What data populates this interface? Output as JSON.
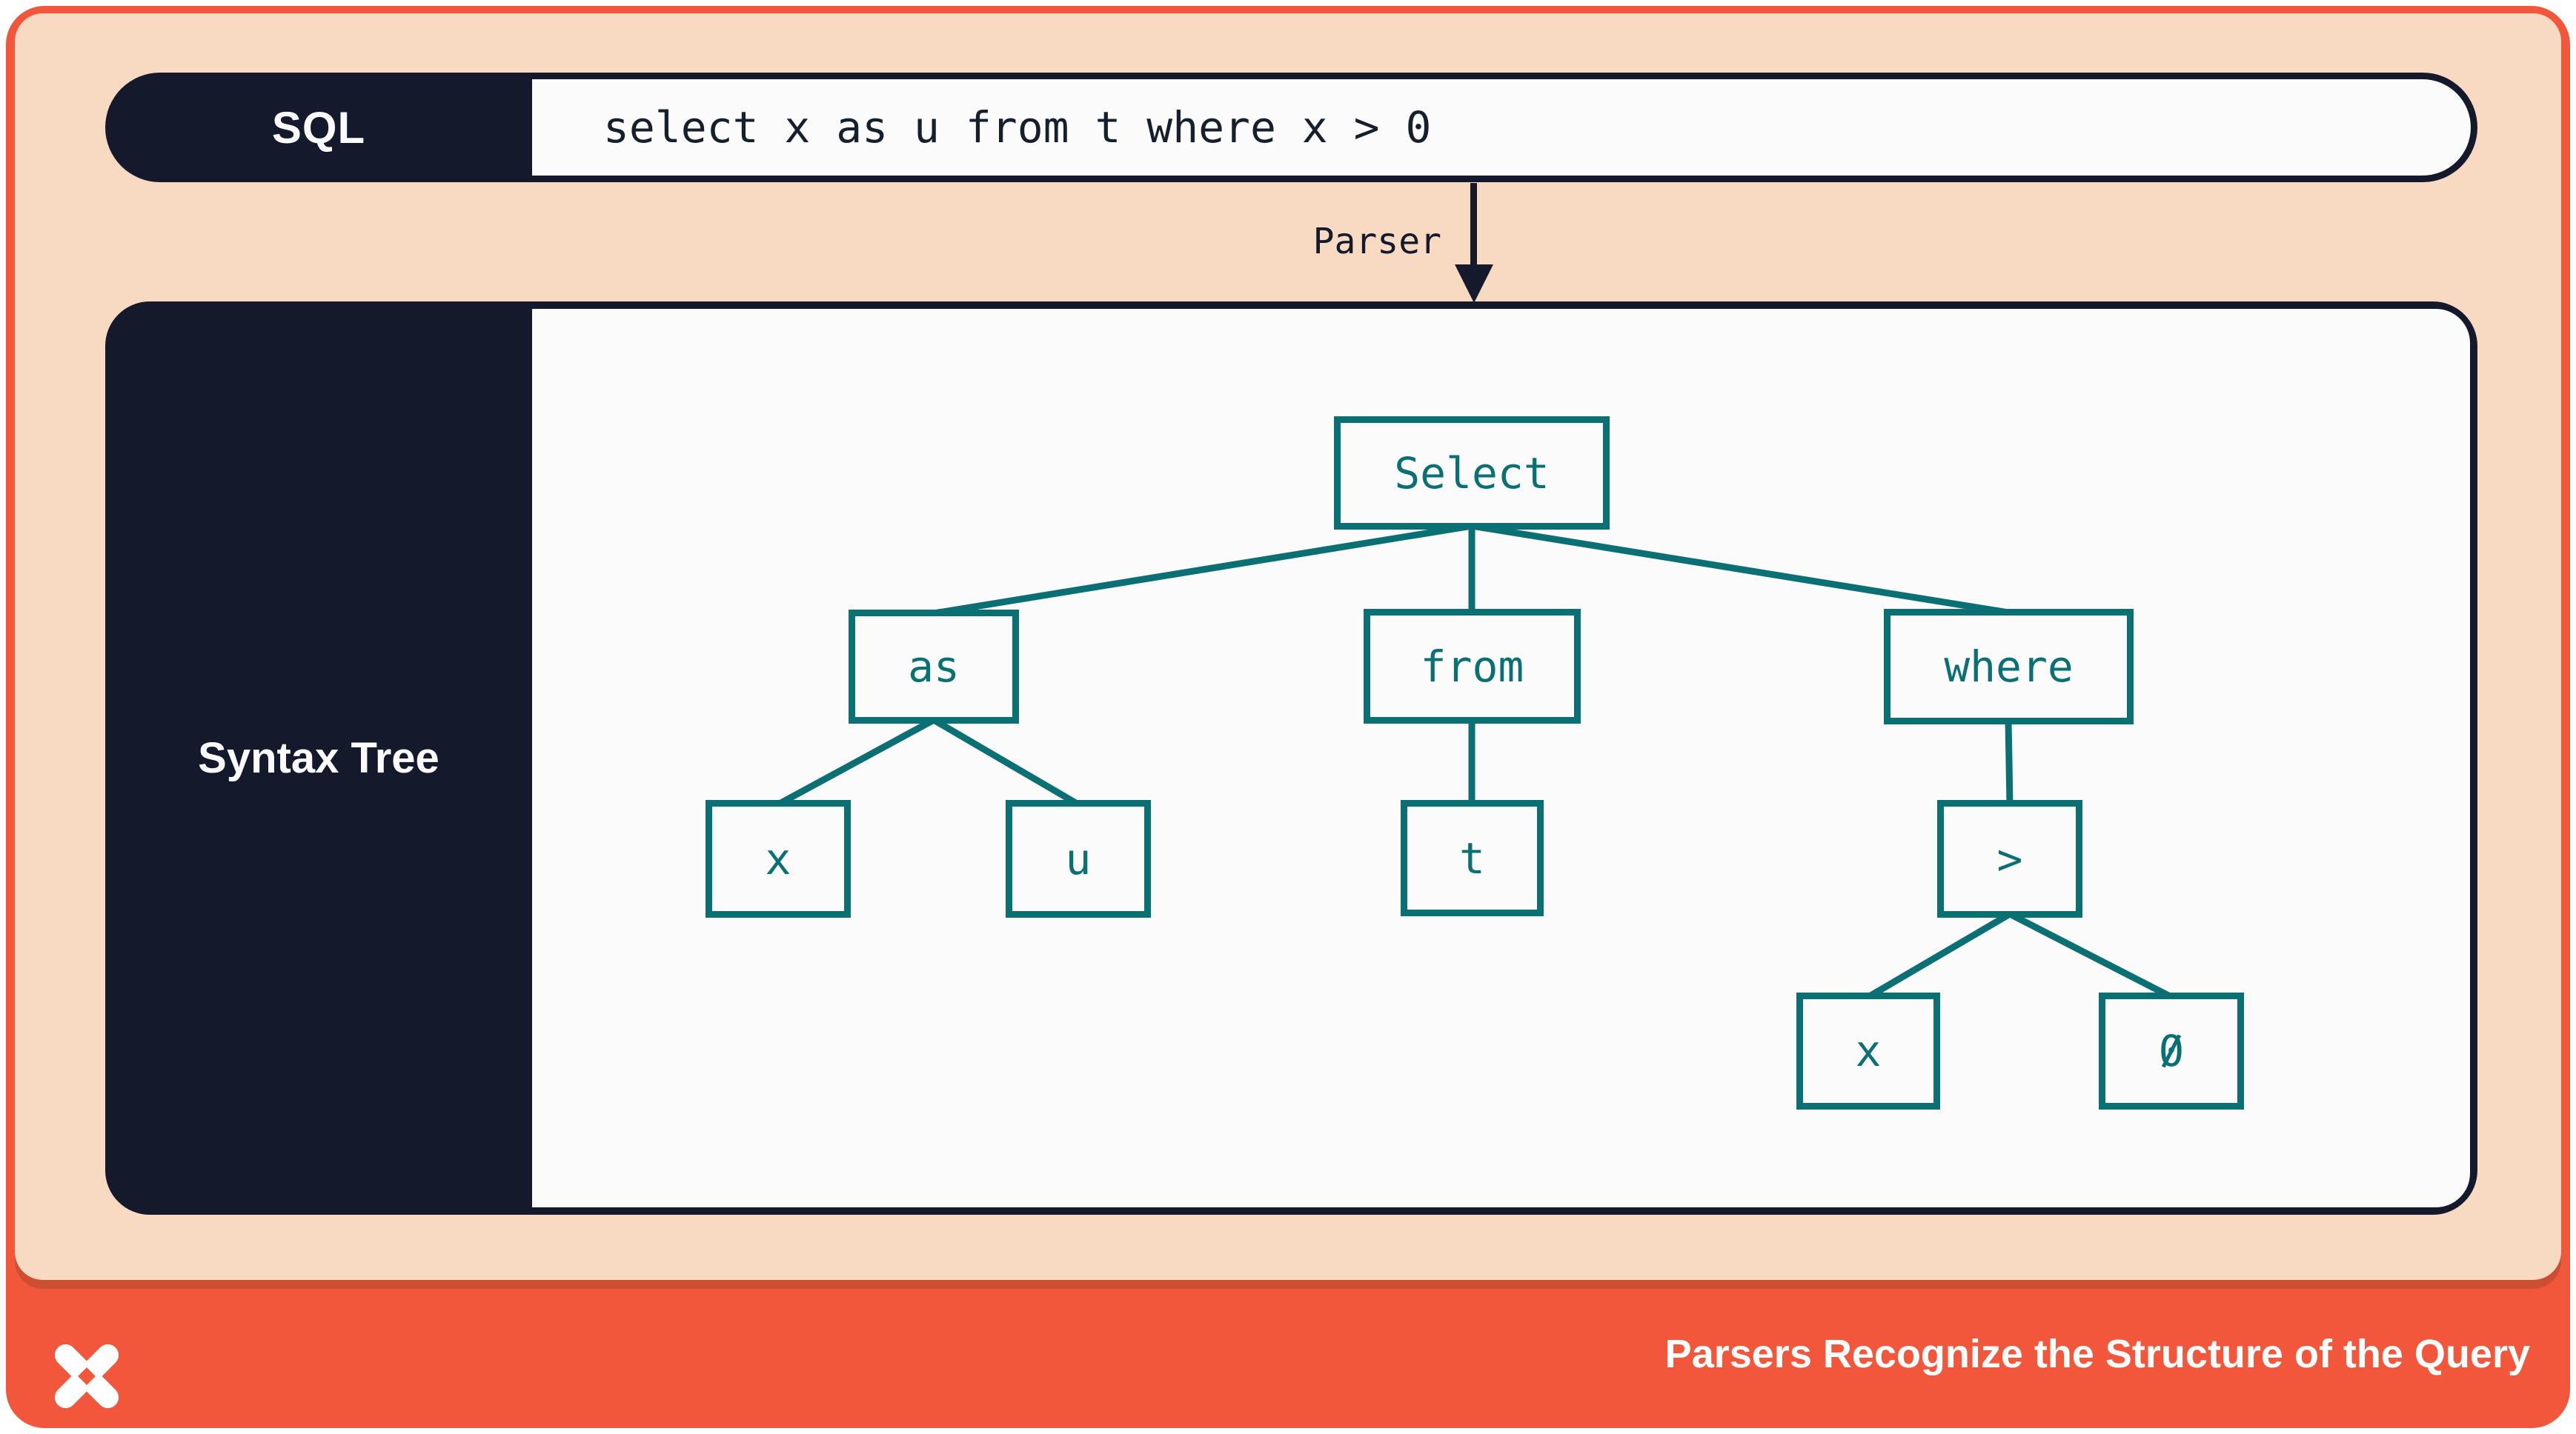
{
  "colors": {
    "frame_orange": "#F2573C",
    "panel_peach": "#F8DAC3",
    "navy": "#141A2B",
    "teal": "#0A7074",
    "box_white": "#FBFBFC"
  },
  "sql_bar": {
    "label": "SQL",
    "query": "select x as u from t where x > 0"
  },
  "parser": {
    "label": "Parser"
  },
  "tree_panel": {
    "label": "Syntax Tree"
  },
  "tree": {
    "nodes": {
      "select": "Select",
      "as": "as",
      "from": "from",
      "where": "where",
      "x1": "x",
      "u": "u",
      "t": "t",
      "gt": ">",
      "x2": "x",
      "zero": "0"
    },
    "edges": [
      [
        "select",
        "as"
      ],
      [
        "select",
        "from"
      ],
      [
        "select",
        "where"
      ],
      [
        "as",
        "x1"
      ],
      [
        "as",
        "u"
      ],
      [
        "from",
        "t"
      ],
      [
        "where",
        "gt"
      ],
      [
        "gt",
        "x2"
      ],
      [
        "gt",
        "zero"
      ]
    ]
  },
  "footer": {
    "title": "Parsers Recognize the Structure of the Query",
    "logo": "dolt-pinwheel-logo"
  }
}
